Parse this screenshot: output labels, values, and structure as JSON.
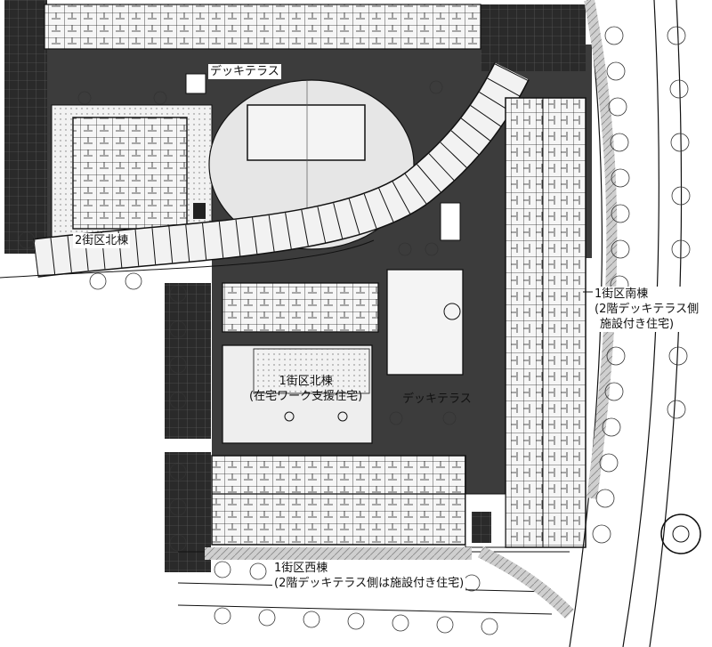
{
  "labels": {
    "deck_terrace_top": "デッキテラス",
    "block2_north": "2街区北棟",
    "block1_north_line1": "1街区北棟",
    "block1_north_line2": "(在宅ワーク支援住宅)",
    "deck_terrace_center": "デッキテラス",
    "block1_south_line1": "1街区南棟",
    "block1_south_line2": "(2階デッキテラス側",
    "block1_south_line3": "施設付き住宅)",
    "block1_west_line1": "1街区西棟",
    "block1_west_line2": "(2階デッキテラス側は施設付き住宅)"
  },
  "colors": {
    "paving": "#3c3c3c",
    "building": "#f4f4f4",
    "line": "#111111",
    "light_ground": "#e6e6e6",
    "background": "#ffffff"
  }
}
